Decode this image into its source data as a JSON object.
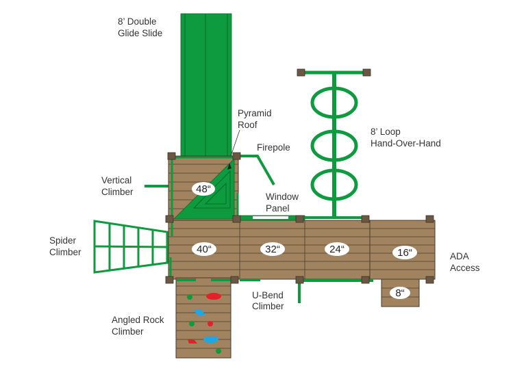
{
  "labels": {
    "slide": [
      "8’ Double",
      "Glide Slide"
    ],
    "roof": [
      "Pyramid",
      "Roof"
    ],
    "firepole": [
      "Firepole"
    ],
    "vertical_climber": [
      "Vertical",
      "Climber"
    ],
    "window_panel": [
      "Window",
      "Panel"
    ],
    "loop": [
      "8’ Loop",
      "Hand-Over-Hand"
    ],
    "spider": [
      "Spider",
      "Climber"
    ],
    "ada": [
      "ADA",
      "Access"
    ],
    "ubend": [
      "U-Bend",
      "Climber"
    ],
    "rock": [
      "Angled Rock",
      "Climber"
    ]
  },
  "deck_heights": {
    "tower": "48“",
    "d40": "40“",
    "d32": "32“",
    "d24": "24“",
    "d16": "16“",
    "d8": "8“"
  },
  "colors": {
    "wood": "#a1835f",
    "green": "#0e9a3e",
    "post": "#6b5844",
    "rock_red": "#e4202a",
    "rock_blue": "#1ea7e4"
  }
}
